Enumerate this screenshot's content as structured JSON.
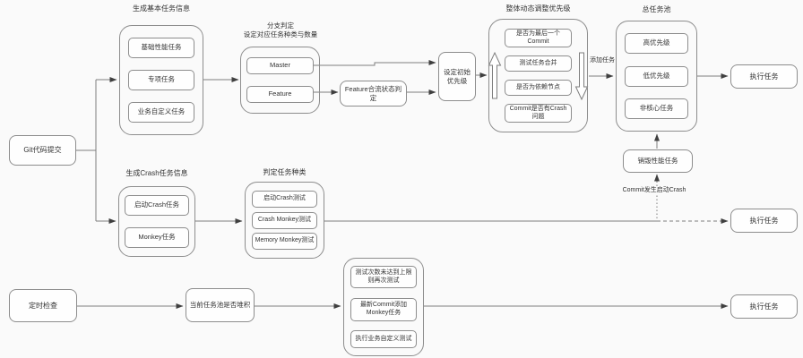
{
  "colors": {
    "background": "#fafafa",
    "line": "#7d7d7d",
    "border": "#8d8d8d",
    "arrowhead": "#3f3f3f",
    "text": "#333333",
    "box_fill": "#fefefe"
  },
  "nodes": {
    "git_commit": "Git代码提交",
    "feature_merge_check": "Feature合流状态判定",
    "set_initial_priority": "设定初始优先级",
    "destroy_perf_task": "销毁性能任务",
    "execute_task": "执行任务",
    "timed_check": "定时检查",
    "pool_backlog_check": "当前任务池是否堆积"
  },
  "groups": {
    "basic_task_info": {
      "title": "生成基本任务信息",
      "items": [
        "基础性能任务",
        "专项任务",
        "业务自定义任务"
      ]
    },
    "branch_decision": {
      "title": [
        "分支判定",
        "设定对应任务种类与数量"
      ],
      "items": [
        "Master",
        "Feature"
      ]
    },
    "dynamic_priority": {
      "title": "整体动态调整优先级",
      "items": [
        "是否为最后一个Commit",
        "测试任务合并",
        "是否为依赖节点",
        "Commit是否有Crash问题"
      ]
    },
    "task_pool": {
      "title": "总任务池",
      "items": [
        "高优先级",
        "低优先级",
        "非核心任务"
      ]
    },
    "crash_task_info": {
      "title": "生成Crash任务信息",
      "items": [
        "启动Crash任务",
        "Monkey任务"
      ]
    },
    "task_type_decision": {
      "title": "判定任务种类",
      "items": [
        "启动Crash测试",
        "Crash Monkey测试",
        "Memory Monkey测试"
      ]
    },
    "retest_rules": {
      "items": [
        "测试次数未达到上限则再次测试",
        "最新Commit添加Monkey任务",
        "执行业务自定义测试"
      ]
    }
  },
  "edge_labels": {
    "add_task": "添加任务",
    "commit_crash": "Commit发生启动Crash"
  }
}
